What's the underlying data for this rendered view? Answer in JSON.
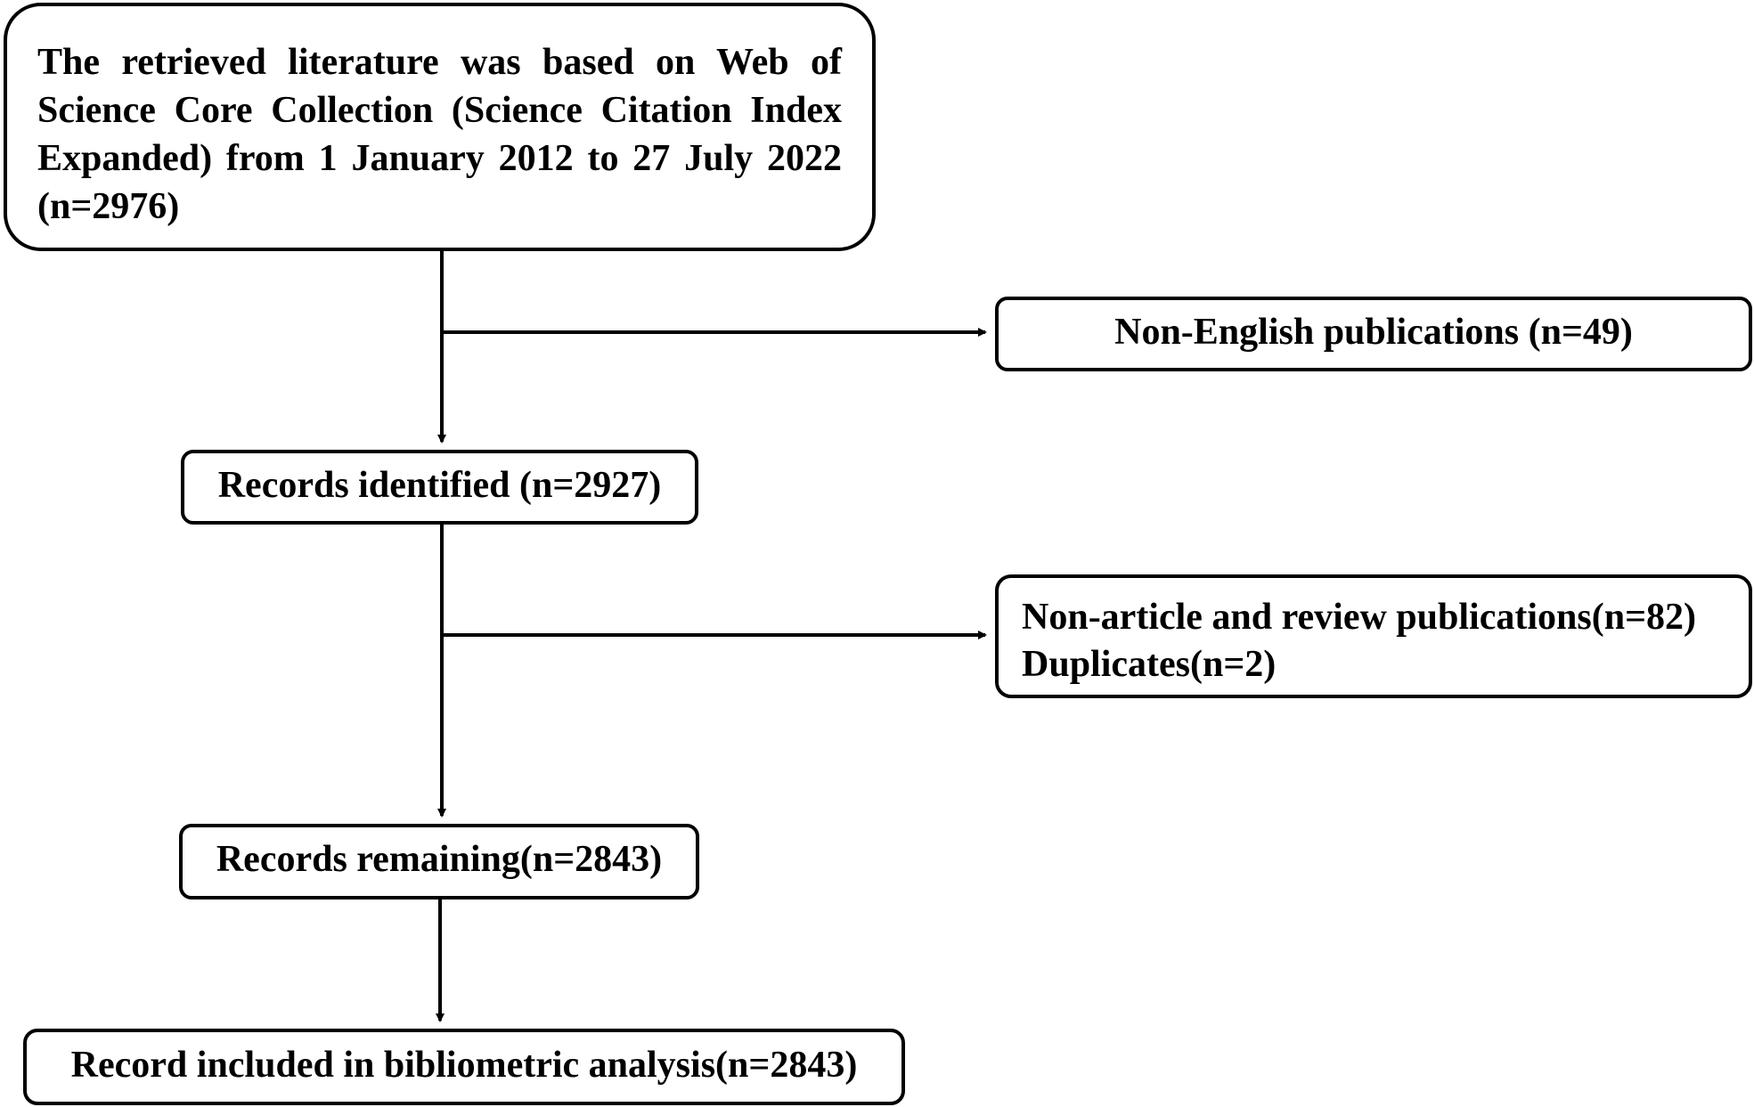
{
  "flowchart": {
    "source_box": {
      "text": "The retrieved literature was based on Web of Science Core Collection (Science Citation Index Expanded) from 1 January 2012 to 27 July 2022 (n=2976)"
    },
    "exclusion_1": {
      "text": "Non-English publications (n=49)"
    },
    "records_identified": {
      "text": "Records identified (n=2927)"
    },
    "exclusion_2": {
      "line1": "Non-article and review publications(n=82)",
      "line2": "Duplicates(n=2)"
    },
    "records_remaining": {
      "text": "Records remaining(n=2843)"
    },
    "records_included": {
      "text": "Record included in bibliometric analysis(n=2843)"
    }
  }
}
